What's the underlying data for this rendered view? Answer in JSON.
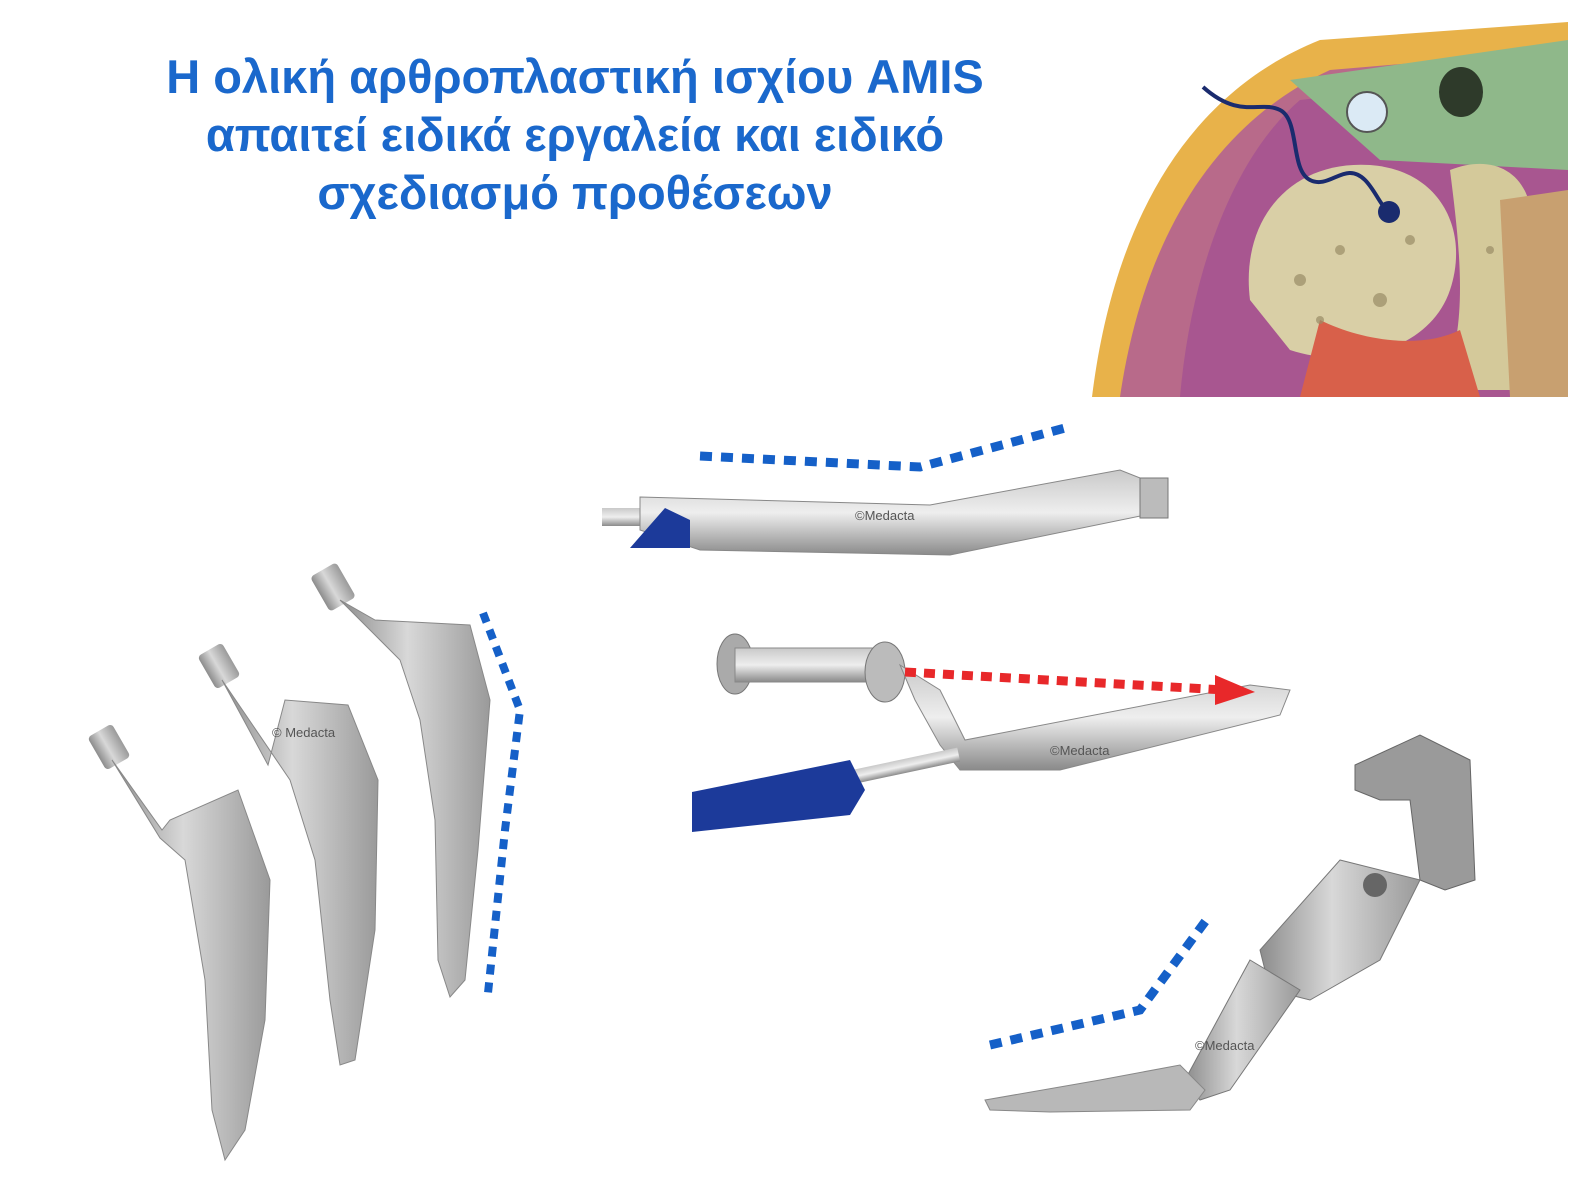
{
  "slide": {
    "title_lines": [
      "Η ολική αρθροπλαστική ισχίου AMIS",
      "απαιτεί ειδικά εργαλεία και ειδικό",
      "σχεδιασμό προθέσεων"
    ],
    "watermark": "© Medacta",
    "colors": {
      "title": "#1a68cc",
      "dotted_line": "#1560c8",
      "arrow": "#e8282a",
      "handle": "#1c3a9a",
      "metal": "#a9a9a9"
    }
  }
}
